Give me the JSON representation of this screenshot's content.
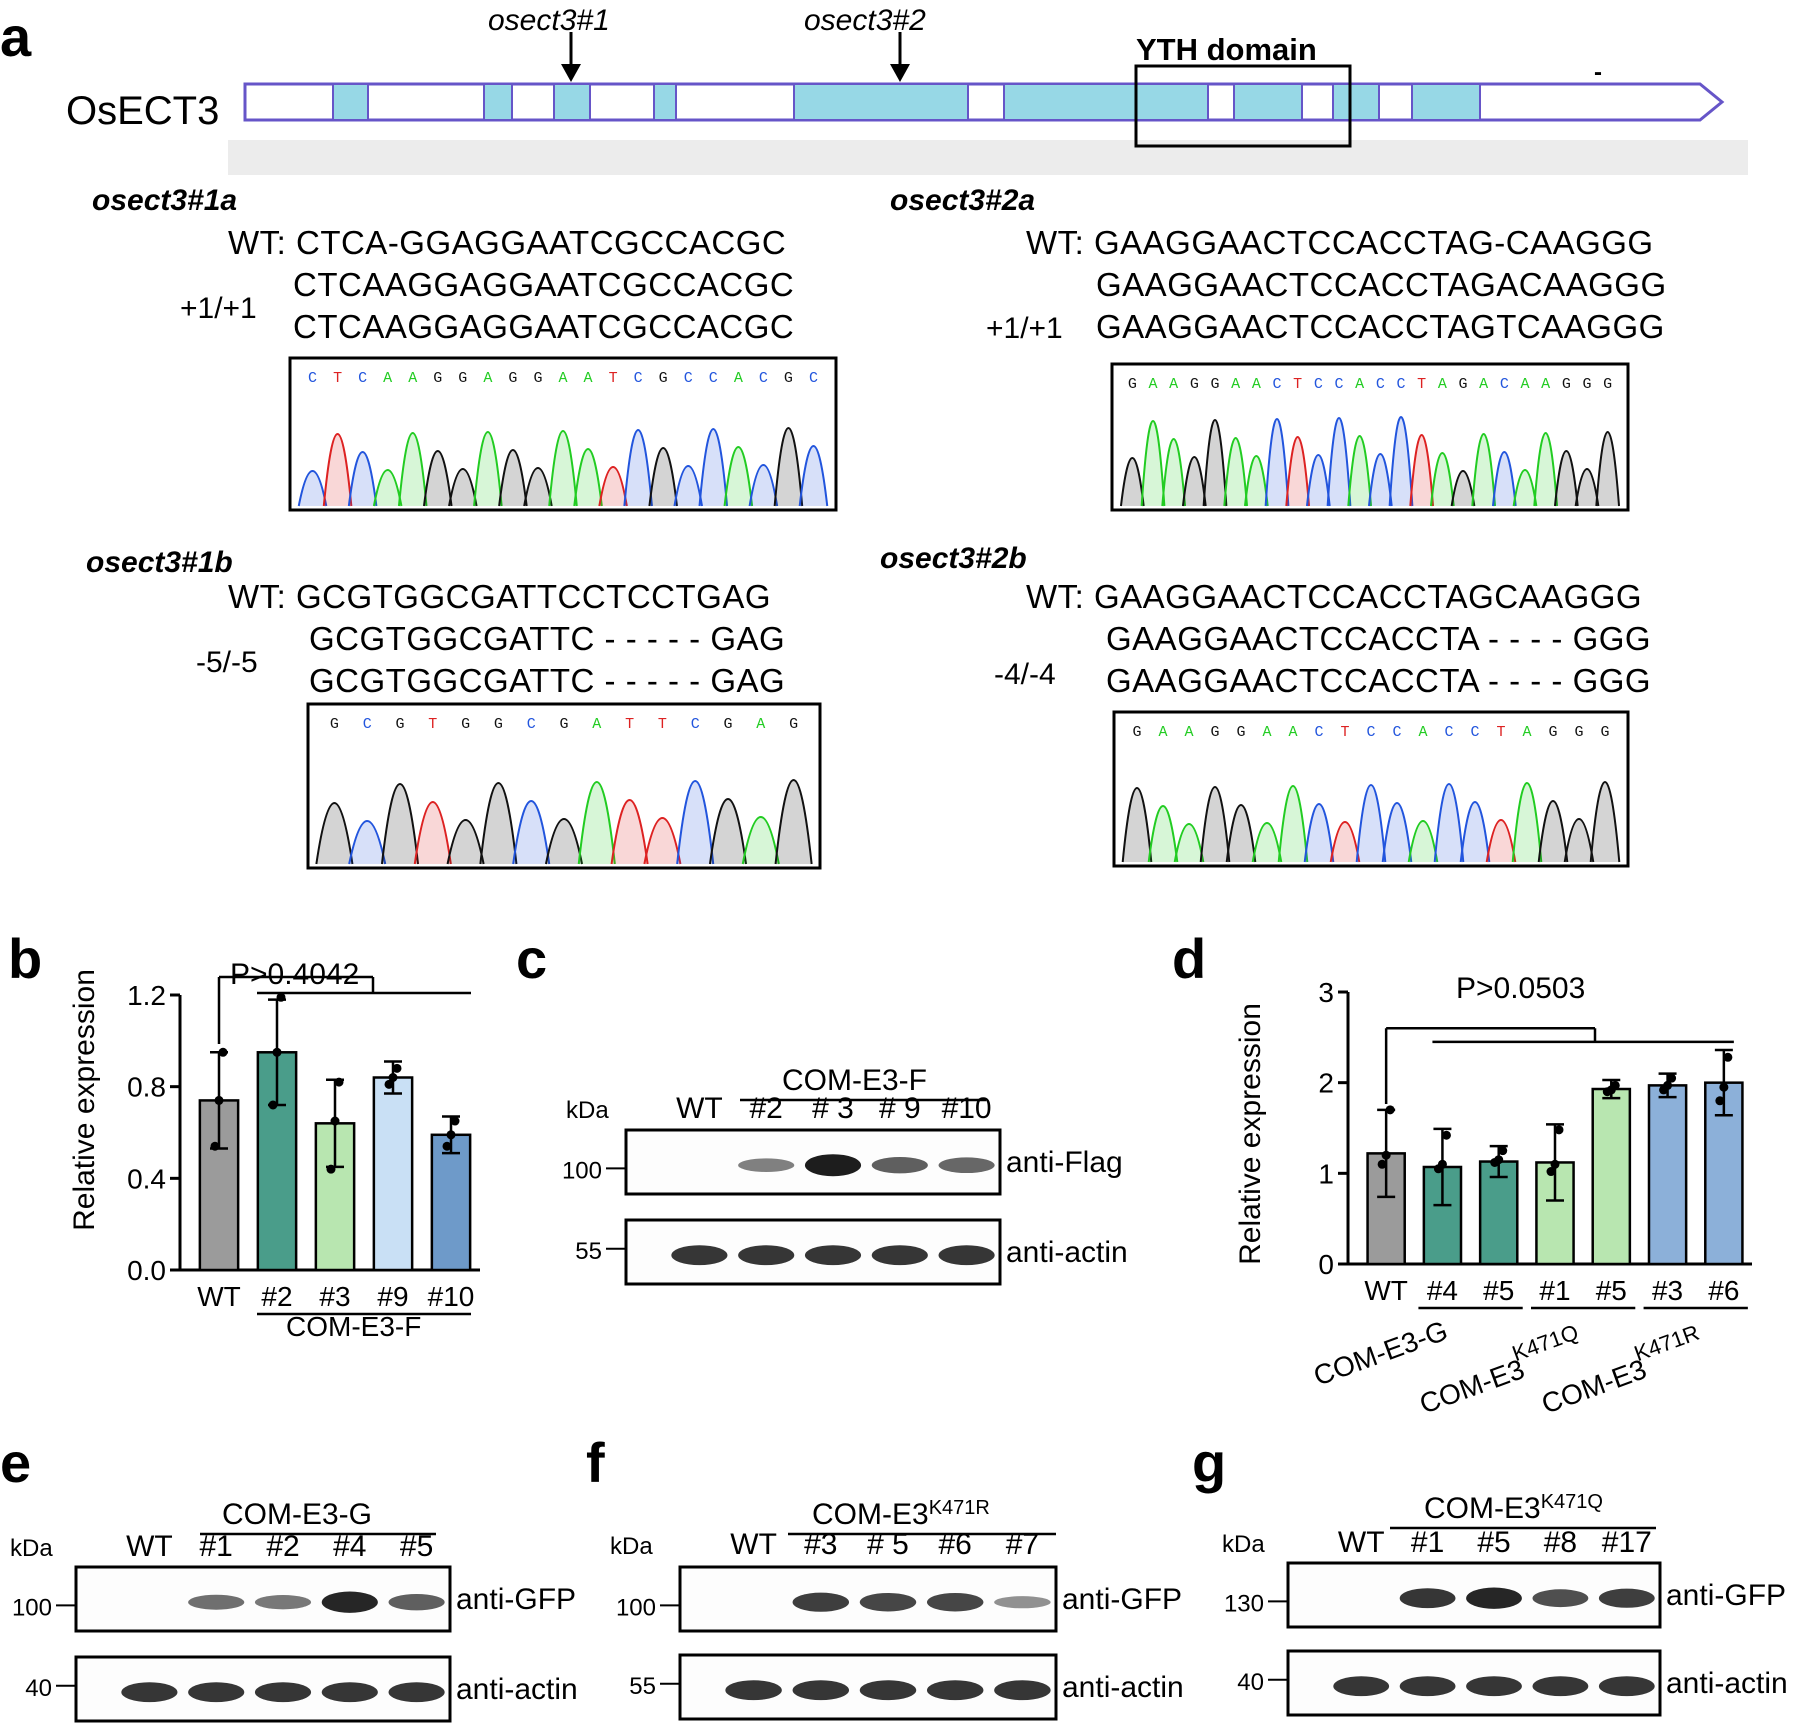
{
  "panel_labels": {
    "a": "a",
    "b": "b",
    "c": "c",
    "d": "d",
    "e": "e",
    "f": "f",
    "g": "g"
  },
  "gene_model": {
    "gene_name": "OsECT3",
    "arrows": [
      "osect3#1",
      "osect3#2"
    ],
    "domain_label": "YTH domain",
    "mark": "-"
  },
  "alleles": [
    {
      "name": "osect3#1a",
      "genotype": "+1/+1",
      "wt": "WT: CTCA-GGAGGAATCGCCACGC",
      "mut": [
        "CTCAAGGAGGAATCGCCACGC",
        "CTCAAGGAGGAATCGCCACGC"
      ],
      "trace_bases": "CTCAAGGAGGAATCGCCACGC"
    },
    {
      "name": "osect3#2a",
      "genotype": "+1/+1",
      "wt": "WT: GAAGGAACTCCACCTAG-CAAGGG",
      "mut": [
        "GAAGGAACTCCACCTAGACAAGGG",
        "GAAGGAACTCCACCTAGTCAAGGG"
      ],
      "trace_bases": "GAAGGAACTCCACCTAGACAAGGG"
    },
    {
      "name": "osect3#1b",
      "genotype": "-5/-5",
      "wt": "WT: GCGTGGCGATTCCTCCTGAG",
      "mut": [
        "GCGTGGCGATTC - - - - - GAG",
        "GCGTGGCGATTC - - - - - GAG"
      ],
      "trace_bases": "GCGTGGCGATTCGAG"
    },
    {
      "name": "osect3#2b",
      "genotype": "-4/-4",
      "wt": "WT: GAAGGAACTCCACCTAGCAAGGG",
      "mut": [
        "GAAGGAACTCCACCTA - - - - GGG",
        "GAAGGAACTCCACCTA - - - - GGG"
      ],
      "trace_bases": "GAAGGAACTCCACCTAGGG"
    }
  ],
  "chart_data": [
    {
      "type": "bar",
      "panel": "b",
      "ylabel": "Relative expression",
      "ylim": [
        0,
        1.2
      ],
      "yticks": [
        "0.0",
        "0.4",
        "0.8",
        "1.2"
      ],
      "categories": [
        "WT",
        "#2",
        "#3",
        "#9",
        "#10"
      ],
      "values": [
        0.74,
        0.95,
        0.64,
        0.84,
        0.59
      ],
      "errors": [
        0.21,
        0.23,
        0.19,
        0.07,
        0.08
      ],
      "points": [
        [
          0.54,
          0.74,
          0.95
        ],
        [
          0.72,
          0.95,
          1.19
        ],
        [
          0.44,
          0.65,
          0.82
        ],
        [
          0.81,
          0.84,
          0.88
        ],
        [
          0.54,
          0.59,
          0.65
        ]
      ],
      "colors": [
        "#9b9b9b",
        "#4a9d8a",
        "#b8e6b0",
        "#c9e0f5",
        "#6e9ac9"
      ],
      "group_label": "COM-E3-F",
      "annotation": "P>0.4042"
    },
    {
      "type": "bar",
      "panel": "d",
      "ylabel": "Relative expression",
      "ylim": [
        0,
        3
      ],
      "yticks": [
        "0",
        "1",
        "2",
        "3"
      ],
      "categories": [
        "WT",
        "#4",
        "#5",
        "#1",
        "#5",
        "#3",
        "#6"
      ],
      "values": [
        1.22,
        1.07,
        1.13,
        1.12,
        1.93,
        1.97,
        2.0
      ],
      "errors": [
        0.48,
        0.42,
        0.17,
        0.42,
        0.1,
        0.13,
        0.36
      ],
      "points": [
        [
          1.1,
          1.2,
          1.7
        ],
        [
          1.05,
          1.1,
          1.42
        ],
        [
          1.12,
          1.15,
          1.25
        ],
        [
          1.02,
          1.1,
          1.48
        ],
        [
          1.9,
          1.92,
          1.97
        ],
        [
          1.92,
          1.97,
          2.05
        ],
        [
          1.8,
          1.95,
          2.28
        ]
      ],
      "colors": [
        "#9b9b9b",
        "#4a9d8a",
        "#4a9d8a",
        "#b8e6b0",
        "#b8e6b0",
        "#8cb0d9",
        "#8cb0d9"
      ],
      "group_labels": [
        "COM-E3-G",
        "COM-E3",
        "K471Q",
        "COM-E3",
        "K471R"
      ],
      "annotation": "P>0.0503"
    }
  ],
  "blots": {
    "c": {
      "kda": "kDa",
      "group": "COM-E3-F",
      "lanes": [
        "WT",
        "#2",
        "# 3",
        "# 9",
        "#10"
      ],
      "markers": [
        "100",
        "55"
      ],
      "antibodies": [
        "anti-Flag",
        "anti-actin"
      ],
      "band_levels": [
        0,
        0.4,
        1.0,
        0.6,
        0.55
      ]
    },
    "e": {
      "kda": "kDa",
      "group": "COM-E3-G",
      "lanes": [
        "WT",
        "#1",
        "#2",
        "#4",
        "#5"
      ],
      "markers": [
        "100",
        "40"
      ],
      "antibodies": [
        "anti-GFP",
        "anti-actin"
      ],
      "band_levels": [
        0,
        0.5,
        0.45,
        0.95,
        0.6
      ]
    },
    "f": {
      "kda": "kDa",
      "group_base": "COM-E3",
      "group_sup": "K471R",
      "lanes": [
        "WT",
        "#3",
        "# 5",
        "#6",
        "#7"
      ],
      "markers": [
        "100",
        "55"
      ],
      "antibodies": [
        "anti-GFP",
        "anti-actin"
      ],
      "band_levels": [
        0,
        0.8,
        0.75,
        0.75,
        0.3
      ]
    },
    "g": {
      "kda": "kDa",
      "group_base": "COM-E3",
      "group_sup": "K471Q",
      "lanes": [
        "WT",
        "#1",
        "#5",
        "#8",
        "#17"
      ],
      "markers": [
        "130",
        "40"
      ],
      "antibodies": [
        "anti-GFP",
        "anti-actin"
      ],
      "band_levels": [
        0,
        0.85,
        0.95,
        0.7,
        0.8
      ]
    }
  },
  "colors": {
    "exon": "#97d8e6",
    "gene_line": "#6655c8",
    "A": "#22cc22",
    "C": "#2255dd",
    "G": "#111111",
    "T": "#dd2222"
  }
}
